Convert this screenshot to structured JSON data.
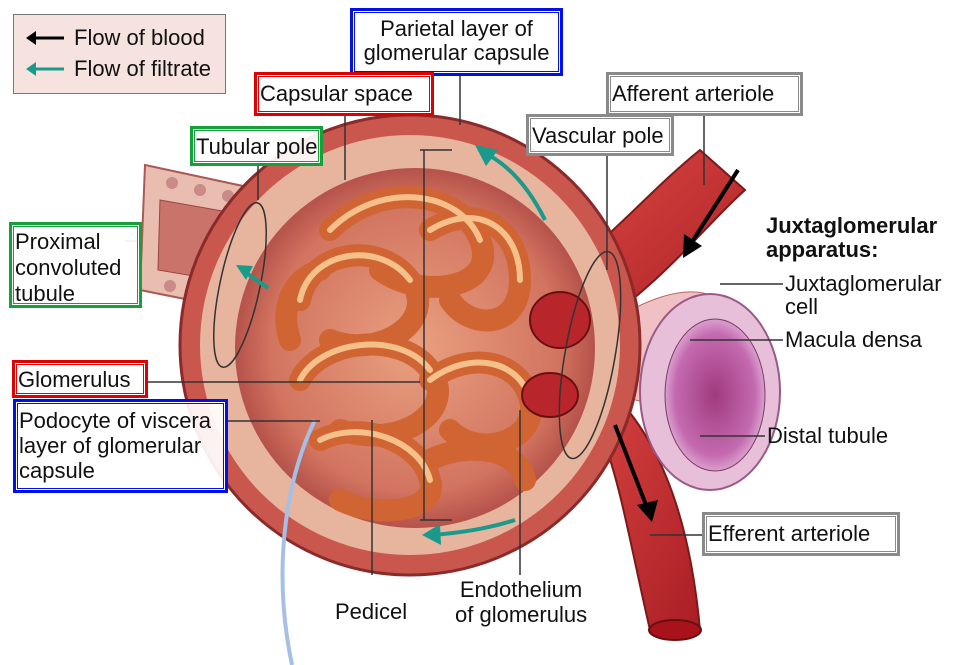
{
  "legend": {
    "blood": "Flow of blood",
    "filtrate": "Flow of filtrate"
  },
  "labels": {
    "parietal": "Parietal layer of\nglomerular capsule",
    "capsular_space": "Capsular space",
    "tubular_pole": "Tubular pole",
    "vascular_pole": "Vascular pole",
    "afferent": "Afferent arteriole",
    "proximal": "Proximal\nconvoluted\ntubule",
    "glomerulus": "Glomerulus",
    "podocyte": "Podocyte of viscera\nlayer of glomerular\ncapsule",
    "jga_title": "Juxtaglomerular\napparatus:",
    "jg_cell": "Juxtaglomerular\ncell",
    "macula": "Macula densa",
    "distal": "Distal tubule",
    "efferent": "Efferent arteriole",
    "endothelium": "Endothelium\nof glomerulus",
    "pedicel": "Pedicel"
  },
  "colors": {
    "red_box": "#e00000",
    "blue_box": "#0010e6",
    "green_box": "#15a03c",
    "gray_box": "#8a8a8a",
    "filtrate_arrow": "#1a9a8a",
    "blood_arrow": "#000000"
  }
}
